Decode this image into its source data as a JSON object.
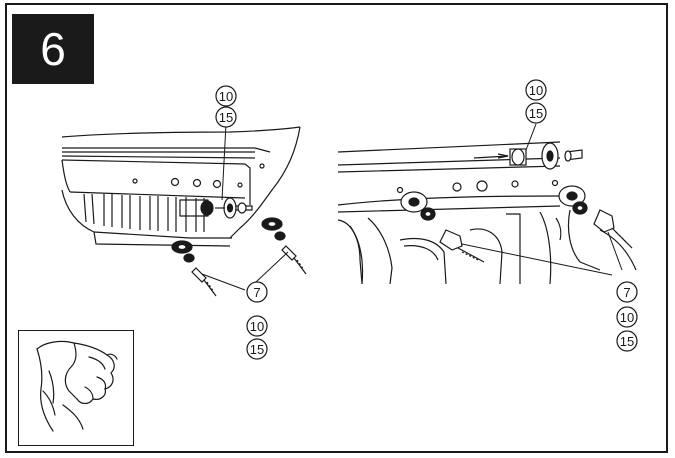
{
  "step": {
    "number": "6"
  },
  "callouts": {
    "left_top": [
      "10",
      "15"
    ],
    "left_bottom": [
      "7",
      "10",
      "15"
    ],
    "right_top": [
      "10",
      "15"
    ],
    "right_bottom": [
      "7",
      "10",
      "15"
    ]
  },
  "icons": {
    "inset": "hand-tighten-icon"
  }
}
